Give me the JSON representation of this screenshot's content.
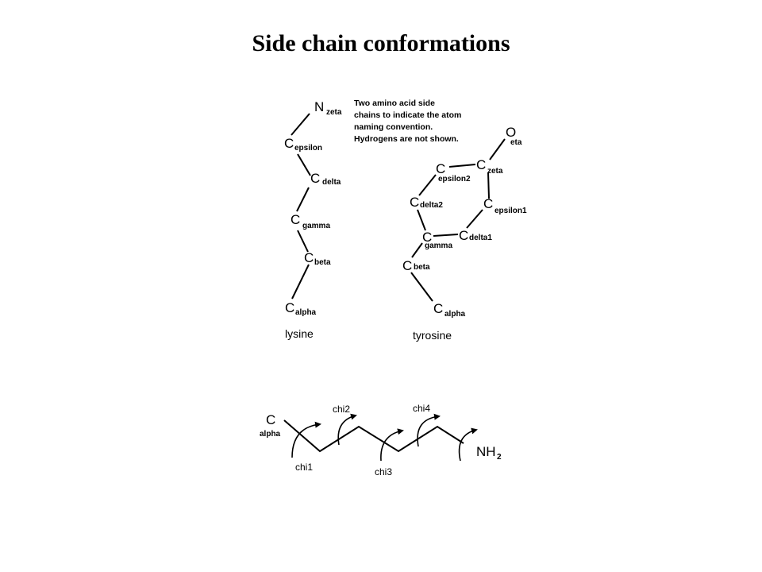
{
  "title": "Side chain conformations",
  "note": [
    "Two amino acid side",
    "chains to indicate the atom",
    "naming convention.",
    "Hydrogens are not shown."
  ],
  "lysine": {
    "name": "lysine",
    "atoms": [
      {
        "element": "N",
        "label": "zeta"
      },
      {
        "element": "C",
        "label": "epsilon"
      },
      {
        "element": "C",
        "label": "delta"
      },
      {
        "element": "C",
        "label": "gamma"
      },
      {
        "element": "C",
        "label": "beta"
      },
      {
        "element": "C",
        "label": "alpha"
      }
    ]
  },
  "tyrosine": {
    "name": "tyrosine",
    "atoms": [
      {
        "element": "O",
        "label": "eta"
      },
      {
        "element": "C",
        "label": "zeta"
      },
      {
        "element": "C",
        "label": "epsilon2"
      },
      {
        "element": "C",
        "label": "epsilon1"
      },
      {
        "element": "C",
        "label": "delta2"
      },
      {
        "element": "C",
        "label": "delta1"
      },
      {
        "element": "C",
        "label": "gamma"
      },
      {
        "element": "C",
        "label": "beta"
      },
      {
        "element": "C",
        "label": "alpha"
      }
    ]
  },
  "chi_diagram": {
    "start_atom": "C",
    "start_label": "alpha",
    "end_group": "NH",
    "end_subscript": "2",
    "angles": [
      "chi1",
      "chi2",
      "chi3",
      "chi4"
    ]
  }
}
